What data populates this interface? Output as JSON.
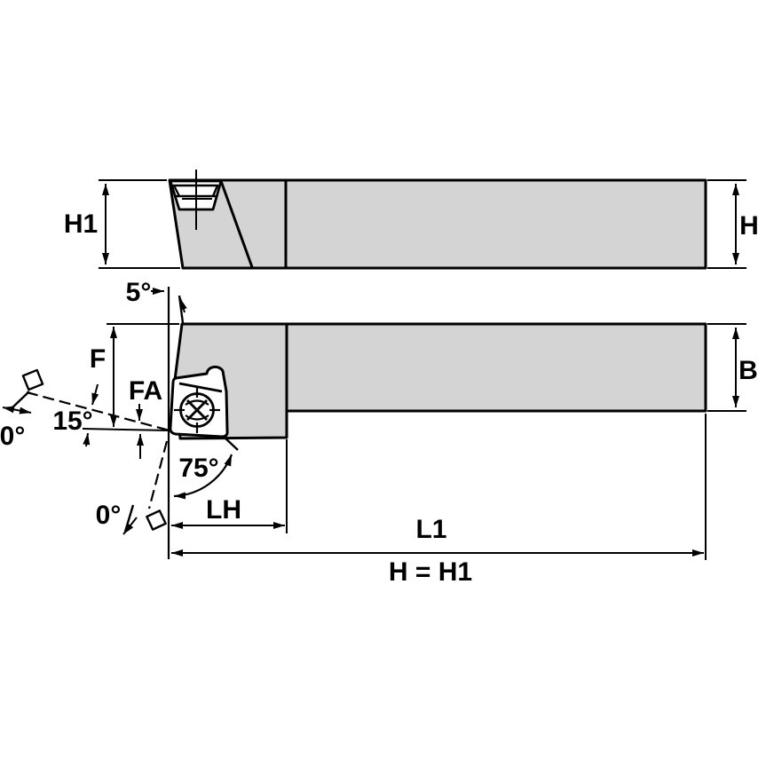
{
  "drawing": {
    "labels": {
      "h1": "H1",
      "h": "H",
      "b": "B",
      "f": "F",
      "fa": "FA",
      "lh": "LH",
      "l1": "L1",
      "h_equals_h1": "H = H1",
      "angle_back": "5°",
      "angle_inclination": "15°",
      "angle_lead": "75°",
      "angle_rake_top": "0°",
      "angle_rake_front": "0°"
    },
    "colors": {
      "body_fill": "#d4d4d4",
      "line": "#000000",
      "background": "#ffffff"
    }
  }
}
